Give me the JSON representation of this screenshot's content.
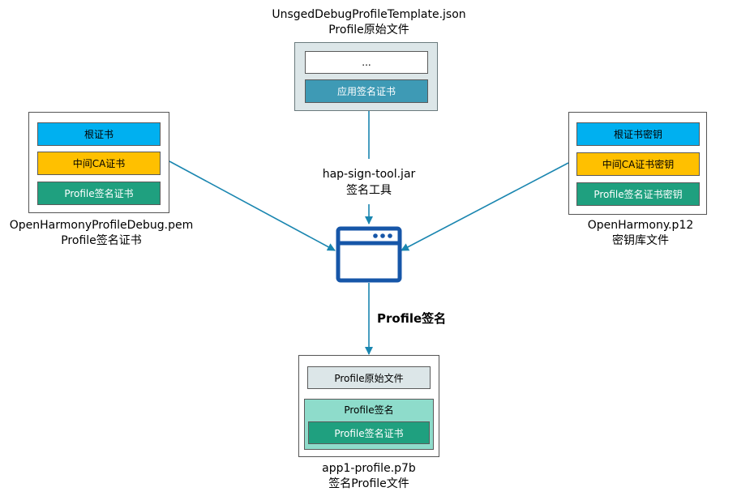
{
  "template": {
    "filename": "UnsgedDebugProfileTemplate.json",
    "desc": "Profile原始文件",
    "items": [
      "...",
      "应用签名证书"
    ]
  },
  "cert": {
    "filename": "OpenHarmonyProfileDebug.pem",
    "desc": "Profile签名证书",
    "items": [
      "根证书",
      "中间CA证书",
      "Profile签名证书"
    ]
  },
  "keystore": {
    "filename": "OpenHarmony.p12",
    "desc": "密钥库文件",
    "items": [
      "根证书密钥",
      "中间CA证书密钥",
      "Profile签名证书密钥"
    ]
  },
  "tool": {
    "name": "hap-sign-tool.jar",
    "desc": "签名工具",
    "icon": "application-window-icon"
  },
  "action": {
    "label": "Profile签名"
  },
  "output": {
    "filename": "app1-profile.p7b",
    "desc": "签名Profile文件",
    "original": "Profile原始文件",
    "signature": "Profile签名",
    "signature_cert": "Profile签名证书"
  },
  "colors": {
    "root": "#00B0F0",
    "intermediate": "#FFC000",
    "profile_cert": "#1FA07F",
    "app_cert": "#3E9AB5",
    "template_bg": "#DCE6E8",
    "signature_bg": "#8EDCCB",
    "arrow": "#1A86B0",
    "icon": "#1656A8"
  }
}
